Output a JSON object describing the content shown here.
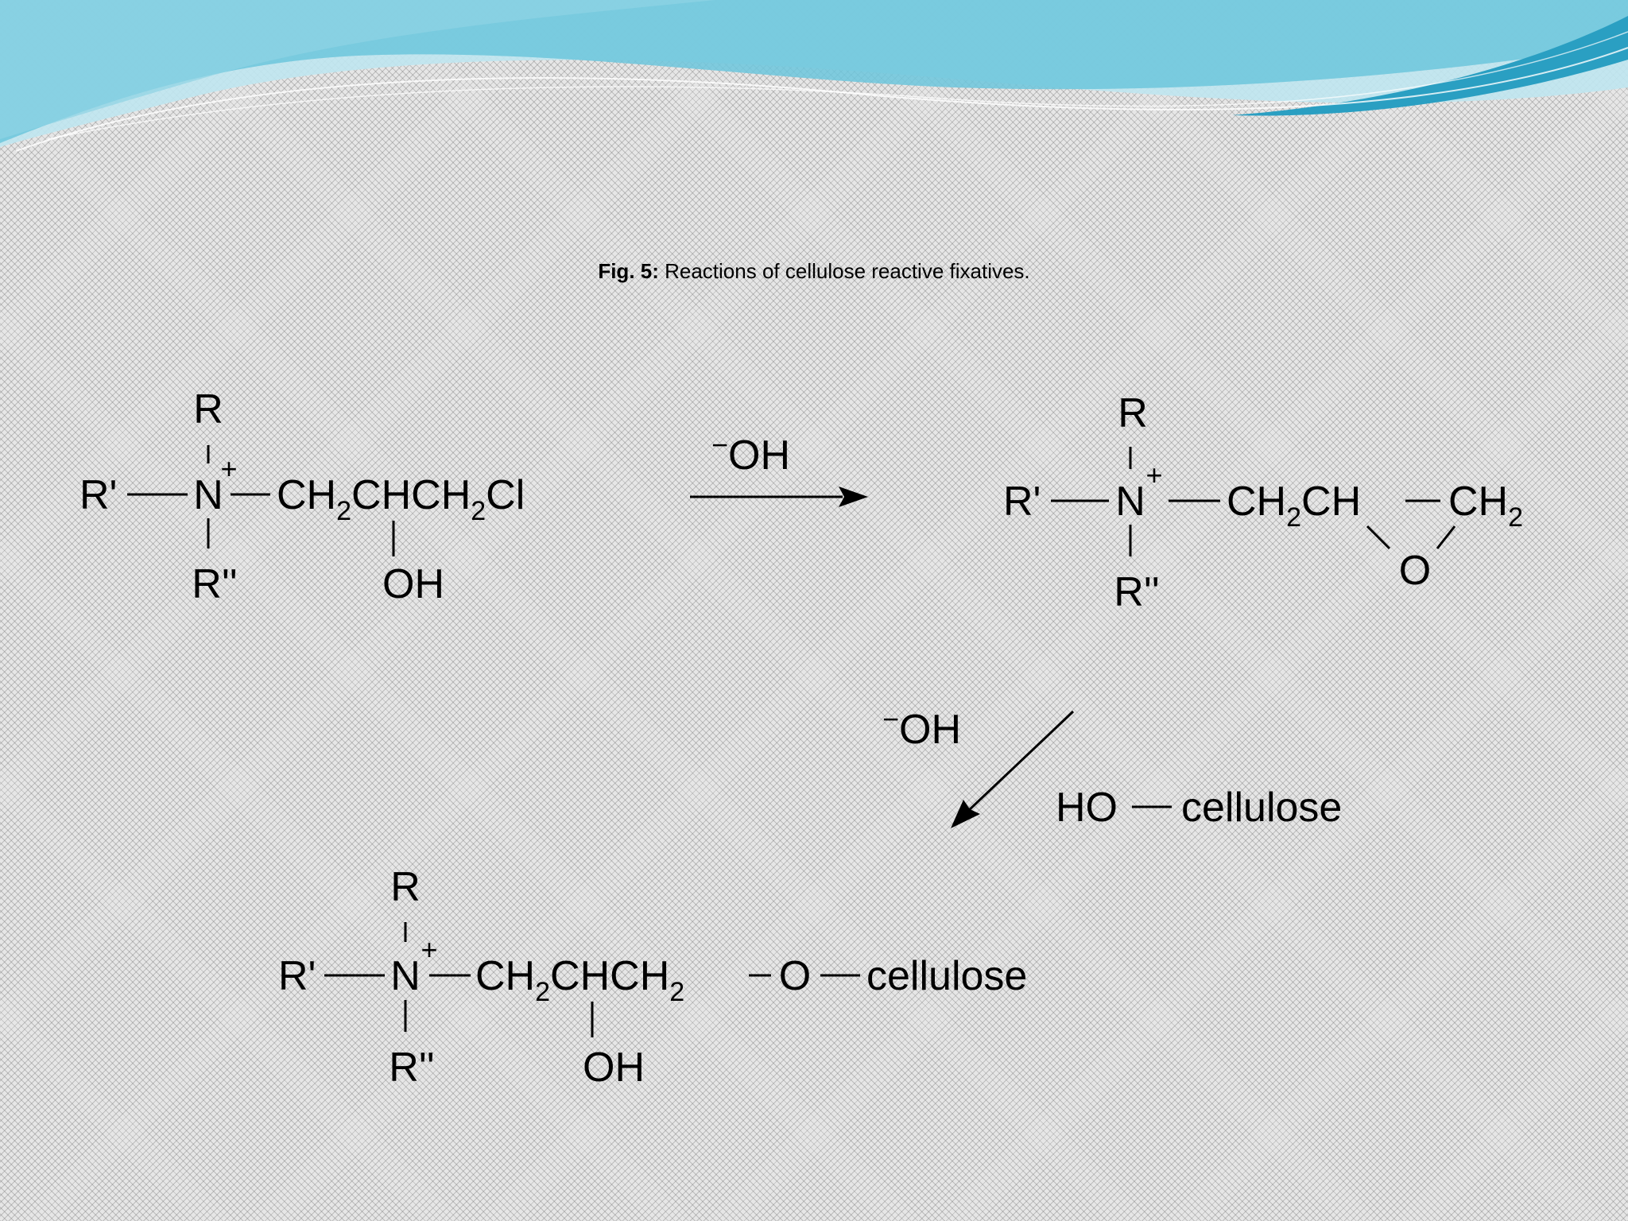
{
  "colors": {
    "wave_light": "#bfe6ef",
    "wave_mid": "#6cc5dc",
    "wave_dark": "#2a9fc2",
    "ink": "#000000"
  },
  "caption": {
    "label": "Fig. 5:",
    "text": " Reactions of cellulose reactive fixatives."
  },
  "reactant": {
    "top_sub": "R",
    "left_sub": "R'",
    "center": "N",
    "charge": "+",
    "bottom_sub": "R''",
    "chain_1": "CH",
    "sub_1": "2",
    "chain_2": "CHCH",
    "sub_2": "2",
    "chain_3": "Cl",
    "hydroxyl": "OH"
  },
  "step1": {
    "reagent_charge": "−",
    "reagent": "OH"
  },
  "epoxide": {
    "top_sub": "R",
    "left_sub": "R'",
    "center": "N",
    "charge": "+",
    "bottom_sub": "R''",
    "chain_1": "CH",
    "sub_1": "2",
    "chain_2": "CH",
    "ring_end": "CH",
    "sub_end": "2",
    "ring_oxygen": "O"
  },
  "step2": {
    "reagent_charge": "−",
    "reagent": "OH",
    "coreactant_group": "HO",
    "coreactant_name": "cellulose"
  },
  "product": {
    "top_sub": "R",
    "left_sub": "R'",
    "center": "N",
    "charge": "+",
    "bottom_sub": "R''",
    "chain_1": "CH",
    "sub_1": "2",
    "chain_2": "CHCH",
    "sub_2": "2",
    "ether_o": "O",
    "substrate": "cellulose",
    "hydroxyl": "OH"
  }
}
